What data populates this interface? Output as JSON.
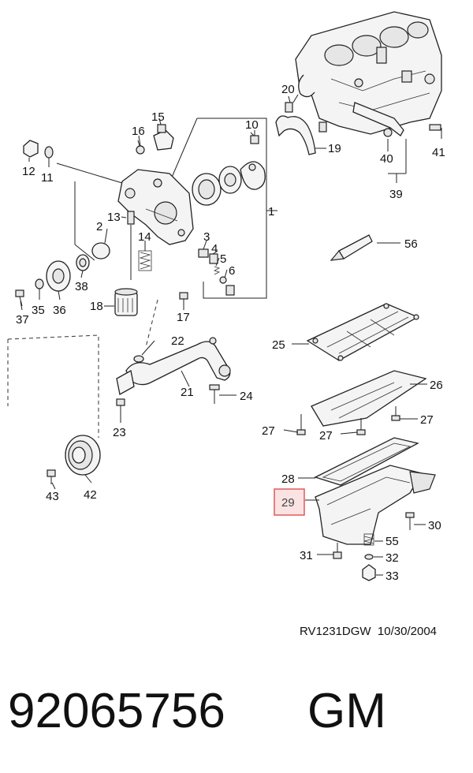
{
  "callouts": {
    "c1": "1",
    "c2": "2",
    "c3": "3",
    "c4": "4",
    "c5": "5",
    "c6": "6",
    "c10": "10",
    "c11": "11",
    "c12": "12",
    "c13": "13",
    "c14": "14",
    "c15": "15",
    "c16": "16",
    "c17": "17",
    "c18": "18",
    "c19": "19",
    "c20": "20",
    "c21": "21",
    "c22": "22",
    "c23": "23",
    "c24": "24",
    "c25": "25",
    "c26": "26",
    "c27a": "27",
    "c27b": "27",
    "c27c": "27",
    "c28": "28",
    "c29": "29",
    "c30": "30",
    "c31": "31",
    "c32": "32",
    "c33": "33",
    "c35": "35",
    "c36": "36",
    "c37": "37",
    "c38": "38",
    "c39": "39",
    "c40": "40",
    "c41": "41",
    "c42": "42",
    "c43": "43",
    "c55": "55",
    "c56": "56"
  },
  "highlighted_part": "29",
  "highlight_color": "#e05a5a",
  "drawing_ref": "RV1231DGW  10/30/2004",
  "part_number": "92065756",
  "brand": "GM"
}
